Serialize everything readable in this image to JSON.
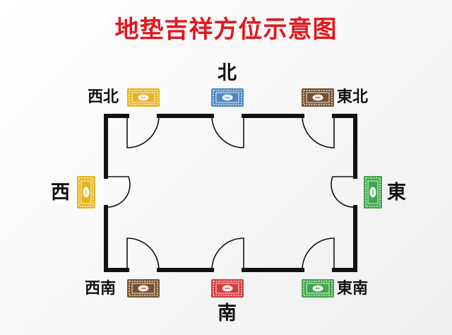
{
  "title": "地垫吉祥方位示意图",
  "directions": {
    "north": "北",
    "northwest": "西北",
    "northeast": "東北",
    "west": "西",
    "east": "東",
    "southwest": "西南",
    "south": "南",
    "southeast": "東南"
  },
  "mats": {
    "northwest": {
      "color": "yellow"
    },
    "north": {
      "color": "blue"
    },
    "northeast": {
      "color": "brown"
    },
    "west": {
      "color": "yellow"
    },
    "east": {
      "color": "green"
    },
    "southwest": {
      "color": "brown"
    },
    "south": {
      "color": "red"
    },
    "southeast": {
      "color": "green"
    }
  },
  "colors": {
    "title": "#e5161b",
    "wall": "#111111",
    "mat_yellow": "#e6b422",
    "mat_blue": "#4a88c7",
    "mat_brown": "#7a5230",
    "mat_green": "#3fa64a",
    "mat_red": "#d63b3b"
  }
}
